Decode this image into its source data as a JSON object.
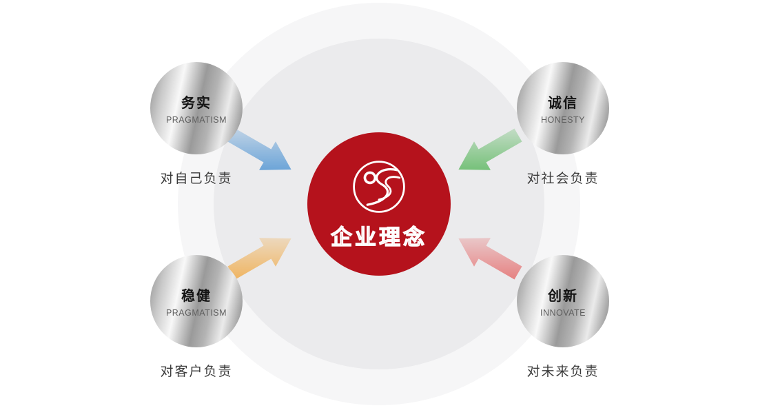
{
  "center": {
    "title": "企业理念",
    "bg_color": "#b5121c",
    "logo": "s-ring-logo"
  },
  "nodes": [
    {
      "position": "top-left",
      "cn": "务实",
      "en": "PRAGMATISM",
      "label": "对自己负责",
      "arrow_color": "#5b9bd5"
    },
    {
      "position": "top-right",
      "cn": "诚信",
      "en": "HONESTY",
      "label": "对社会负责",
      "arrow_color": "#66bb6a"
    },
    {
      "position": "bottom-left",
      "cn": "稳健",
      "en": "PRAGMATISM",
      "label": "对客户负责",
      "arrow_color": "#f0ad4e"
    },
    {
      "position": "bottom-right",
      "cn": "创新",
      "en": "INNOVATE",
      "label": "对未来负责",
      "arrow_color": "#e57373"
    }
  ]
}
